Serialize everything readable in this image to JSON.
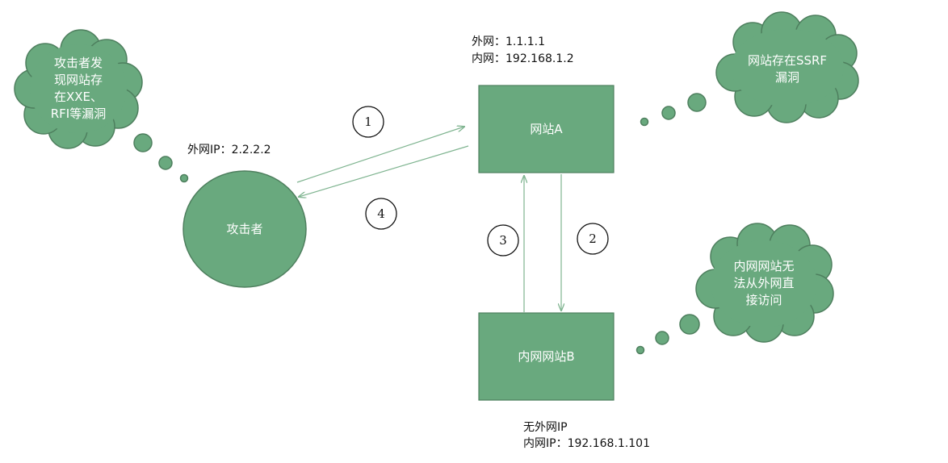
{
  "colors": {
    "fill": "#69a97e",
    "stroke": "#4e7f5e",
    "arrow": "#7fb490",
    "text_on_shape": "#ffffff"
  },
  "nodes": {
    "attacker": {
      "label": "攻击者",
      "ip": "外网IP：2.2.2.2"
    },
    "site_a": {
      "label": "网站A",
      "external_ip": "外网：1.1.1.1",
      "internal_ip": "内网：192.168.1.2"
    },
    "site_b": {
      "label": "内网网站B",
      "no_external": "无外网IP",
      "internal_ip": "内网IP：192.168.1.101"
    }
  },
  "clouds": {
    "attacker_thought": [
      "攻击者发",
      "现网站存",
      "在XXE、",
      "RFI等漏洞"
    ],
    "site_a_thought": [
      "网站存在SSRF",
      "漏洞"
    ],
    "site_b_thought": [
      "内网网站无",
      "法从外网直",
      "接访问"
    ]
  },
  "steps": [
    "1",
    "2",
    "3",
    "4"
  ],
  "edges": [
    {
      "step": "1",
      "from": "attacker",
      "to": "site_a"
    },
    {
      "step": "2",
      "from": "site_a",
      "to": "site_b"
    },
    {
      "step": "3",
      "from": "site_b",
      "to": "site_a"
    },
    {
      "step": "4",
      "from": "site_a",
      "to": "attacker"
    }
  ]
}
